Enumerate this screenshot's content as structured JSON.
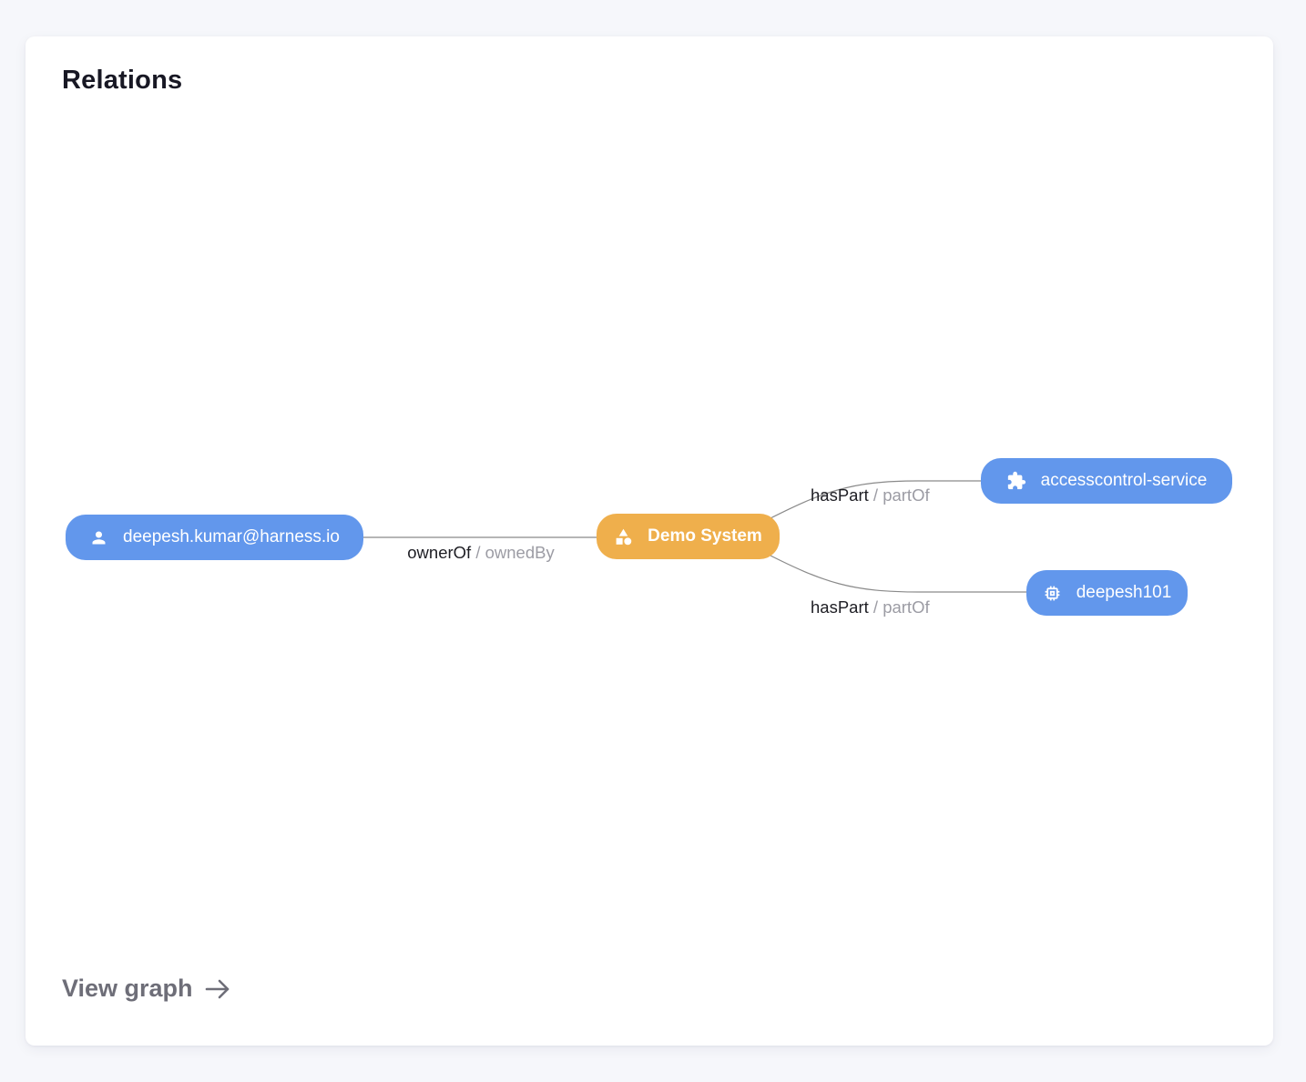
{
  "page": {
    "background_color": "#f6f7fb"
  },
  "card": {
    "title": "Relations",
    "footer": {
      "link_label": "View graph",
      "arrow_icon": "right-arrow-icon"
    }
  },
  "graph": {
    "edge_color": "#8a8a8a",
    "nodes": [
      {
        "label": "deepesh.kumar@harness.io",
        "icon": "user-icon",
        "color": "#6297ec",
        "text_color": "#ffffff"
      },
      {
        "label": "Demo System",
        "icon": "shapes-icon",
        "color": "#efaf4c",
        "text_color": "#ffffff"
      },
      {
        "label": "accesscontrol-service",
        "icon": "puzzle-icon",
        "color": "#6297ec",
        "text_color": "#ffffff"
      },
      {
        "label": "deepesh101",
        "icon": "chip-icon",
        "color": "#6297ec",
        "text_color": "#ffffff"
      }
    ],
    "edges": [
      {
        "from": 0,
        "to": 1,
        "label_primary": "ownerOf",
        "label_separator": " / ",
        "label_secondary": "ownedBy"
      },
      {
        "from": 1,
        "to": 2,
        "label_primary": "hasPart",
        "label_separator": " / ",
        "label_secondary": "partOf"
      },
      {
        "from": 1,
        "to": 3,
        "label_primary": "hasPart",
        "label_separator": " / ",
        "label_secondary": "partOf"
      }
    ]
  }
}
